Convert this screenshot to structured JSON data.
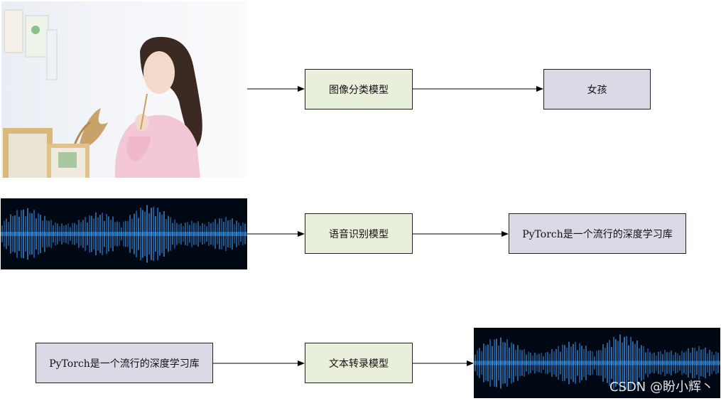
{
  "rows": [
    {
      "input_image": "photo-girl",
      "model_label": "图像分类模型",
      "output_label": "女孩"
    },
    {
      "input_image": "sound-wave",
      "model_label": "语音识别模型",
      "output_label": "PyTorch是一个流行的深度学习库"
    },
    {
      "input_label": "PyTorch是一个流行的深度学习库",
      "model_label": "文本转录模型",
      "output_image": "sound-wave"
    }
  ],
  "colors": {
    "model_box": "#e8f0dc",
    "output_box": "#dcd8e6",
    "wave_glow": "#1e90ff",
    "wave_bg": "#000814"
  },
  "watermark": "CSDN @盼小辉丶"
}
